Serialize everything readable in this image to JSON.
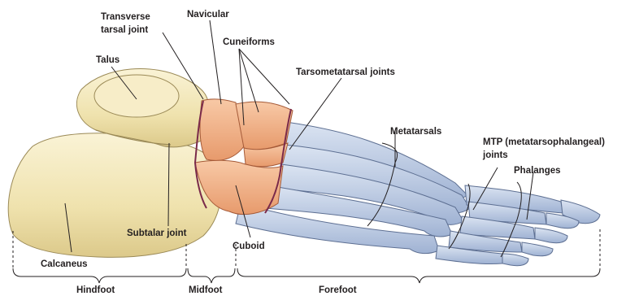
{
  "labels": {
    "transverse_line1": "Transverse",
    "transverse_line2": "tarsal joint",
    "navicular": "Navicular",
    "cuneiforms": "Cuneiforms",
    "talus": "Talus",
    "tarsometatarsal": "Tarsometatarsal joints",
    "metatarsals": "Metatarsals",
    "mtp_line1": "MTP (metatarsophalangeal)",
    "mtp_line2": "joints",
    "phalanges": "Phalanges",
    "subtalar": "Subtalar joint",
    "cuboid": "Cuboid",
    "calcaneus": "Calcaneus"
  },
  "regions": {
    "hindfoot": "Hindfoot",
    "midfoot": "Midfoot",
    "forefoot": "Forefoot"
  },
  "colors": {
    "hindfoot_bone": "#f1e6b8",
    "midfoot_bone": "#f3b48a",
    "forefoot_bone": "#b9c8e2",
    "joint_line": "#7a2a4a",
    "text": "#231f20"
  }
}
